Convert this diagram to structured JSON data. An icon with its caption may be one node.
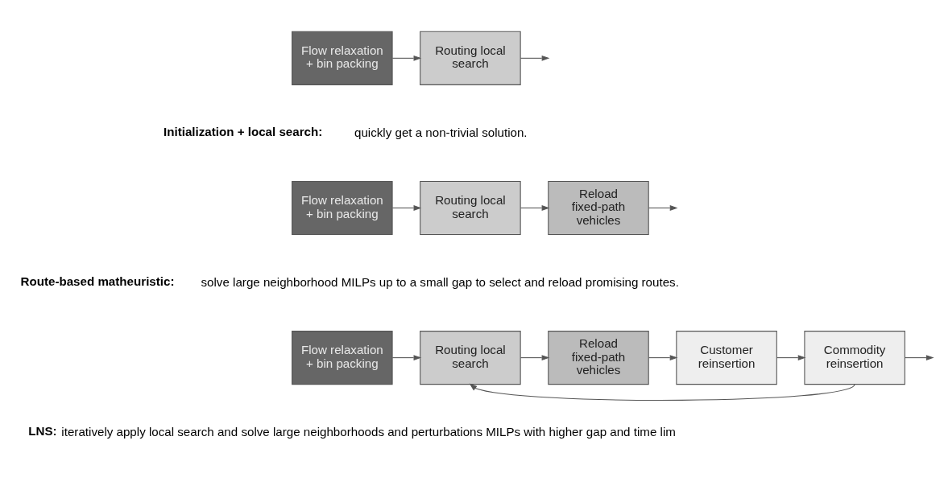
{
  "diagram": {
    "nodes": [
      {
        "text": [
          "Flow relaxation + bin packing"
        ]
      },
      {
        "text": [
          "Routing local search"
        ]
      },
      {
        "text": [
          "Flow relaxation + bin packing"
        ]
      },
      {
        "text": [
          "Routing local search"
        ]
      },
      {
        "text": [
          "Reload fixed-path vehicles"
        ]
      },
      {
        "text": [
          "Flow relaxation + bin packing"
        ]
      },
      {
        "text": [
          "Routing local search"
        ]
      },
      {
        "text": [
          "Reload fixed-path vehicles"
        ]
      },
      {
        "text": [
          "Customer reinsertion"
        ]
      },
      {
        "text": [
          "Commodity reinsertion"
        ]
      }
    ],
    "edges": [
      {
        "from": 0,
        "to": 1,
        "arrow": "to"
      },
      {
        "from": 1,
        "to": null,
        "arrow": "to"
      },
      {
        "from": 2,
        "to": 3,
        "arrow": "to"
      },
      {
        "from": 3,
        "to": 4,
        "arrow": "to"
      },
      {
        "from": 4,
        "to": null,
        "arrow": "to"
      },
      {
        "from": 5,
        "to": 6,
        "arrow": "to"
      },
      {
        "from": 6,
        "to": 7,
        "arrow": "to"
      },
      {
        "from": 7,
        "to": 8,
        "arrow": "to"
      },
      {
        "from": 8,
        "to": 9,
        "arrow": "to"
      },
      {
        "from": 9,
        "to": null,
        "arrow": "to"
      },
      {
        "from": 9,
        "to": 6,
        "arrow": "to"
      }
    ],
    "labels": [
      "**Initialization + local search:** quickly get a non-trivial solution.",
      "**Route-based matheuristic:** solve large neighborhood MILPs up to a small gap to select and reload promising routes.",
      "**LNS:** iteratively apply local search and solve large neighborhoods and perturbations MILPs with higher gap and time lim"
    ]
  }
}
